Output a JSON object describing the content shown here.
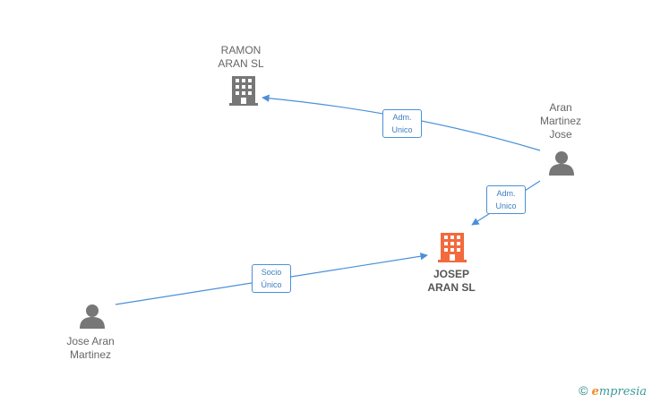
{
  "nodes": {
    "ramon": {
      "lines": [
        "RAMON",
        "ARAN SL"
      ],
      "kind": "company",
      "color": "#777777"
    },
    "josep": {
      "lines": [
        "JOSEP",
        "ARAN SL"
      ],
      "kind": "company",
      "color": "#f26a3d"
    },
    "aran_martinez": {
      "lines": [
        "Aran",
        "Martinez",
        "Jose"
      ],
      "kind": "person",
      "color": "#777777"
    },
    "jose_aran": {
      "lines": [
        "Jose Aran",
        "Martinez"
      ],
      "kind": "person",
      "color": "#777777"
    }
  },
  "edges": [
    {
      "id": "edge-aran-to-ramon",
      "lines": [
        "Adm.",
        "Unico"
      ]
    },
    {
      "id": "edge-aran-to-josep",
      "lines": [
        "Adm.",
        "Unico"
      ]
    },
    {
      "id": "edge-jose-to-josep",
      "lines": [
        "Socio",
        "Único"
      ]
    }
  ],
  "colors": {
    "edge": "#4a90d9"
  },
  "footer": {
    "copyright": "©",
    "brand_initial": "e",
    "brand_rest": "mpresia"
  }
}
